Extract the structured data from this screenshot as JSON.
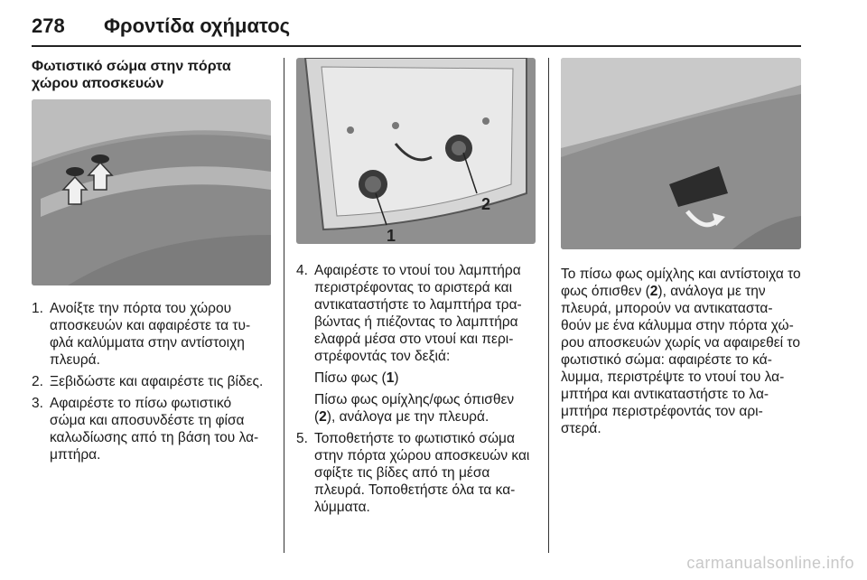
{
  "header": {
    "page_number": "278",
    "chapter_title": "Φροντίδα οχήματος"
  },
  "col1": {
    "title": "Φωτιστικό σώμα στην πόρτα χώρου αποσκευών",
    "steps": [
      {
        "num": "1.",
        "text": "Ανοίξτε την πόρτα του χώρου αποσκευών και αφαιρέστε τα τυ‐φλά καλύμματα στην αντίστοιχη πλευρά."
      },
      {
        "num": "2.",
        "text": "Ξεβιδώστε και αφαιρέστε τις βίδες."
      },
      {
        "num": "3.",
        "text": "Αφαιρέστε το πίσω φωτιστικό σώμα και αποσυνδέστε τη φίσα καλωδίωσης από τη βάση του λα‐μπτήρα."
      }
    ]
  },
  "col2": {
    "figure_labels": [
      "1",
      "2"
    ],
    "step4": {
      "num": "4.",
      "text": "Αφαιρέστε το ντουί του λαμπτήρα περιστρέφοντας το αριστερά και αντικαταστήστε το λαμπτήρα τρα‐βώντας ή πιέζοντας το λαμπτήρα ελαφρά μέσα στο ντουί και περι‐στρέφοντάς τον δεξιά:"
    },
    "sub1": {
      "before": "Πίσω φως (",
      "ref": "1",
      "after": ")"
    },
    "sub2": {
      "before": "Πίσω φως ομίχλης/φως όπισθεν (",
      "ref": "2",
      "after": "), ανάλογα με την πλευρά."
    },
    "step5": {
      "num": "5.",
      "text": "Τοποθετήστε το φωτιστικό σώμα στην πόρτα χώρου αποσκευών και σφίξτε τις βίδες από τη μέσα πλευρά. Τοποθετήστε όλα τα κα‐λύμματα."
    }
  },
  "col3": {
    "para_before": "Το πίσω φως ομίχλης και αντίστοιχα το φως όπισθεν (",
    "para_ref": "2",
    "para_after": "), ανάλογα με την πλευρά, μπορούν να αντικαταστα‐θούν με ένα κάλυμμα στην πόρτα χώ‐ρου αποσκευών χωρίς να αφαιρεθεί το φωτιστικό σώμα: αφαιρέστε το κά‐λυμμα, περιστρέψτε το ντουί του λα‐μπτήρα και αντικαταστήστε το λα‐μπτήρα περιστρέφοντάς τον αρι‐στερά."
  },
  "watermark": "carmanualsonline.info"
}
